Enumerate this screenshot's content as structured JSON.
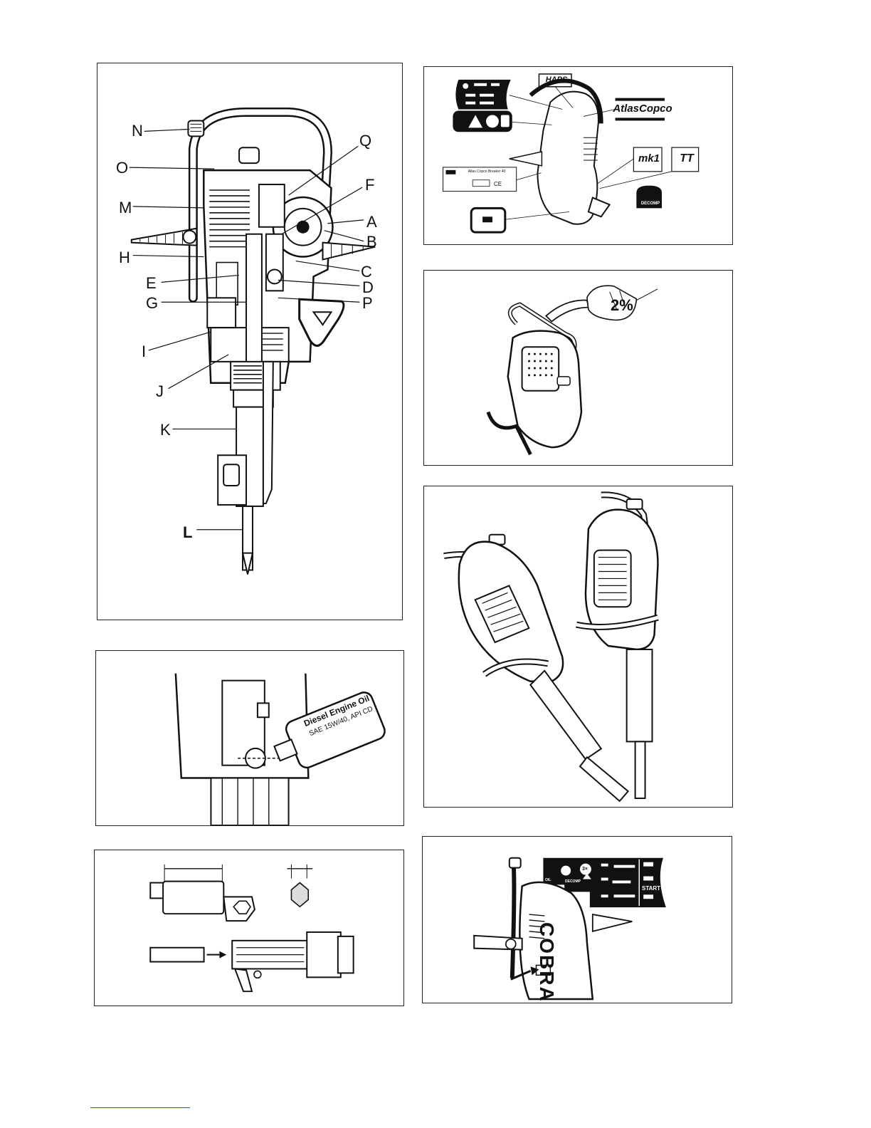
{
  "figure1": {
    "labels": [
      {
        "id": "N",
        "text": "N"
      },
      {
        "id": "Q",
        "text": "Q"
      },
      {
        "id": "O",
        "text": "O"
      },
      {
        "id": "F",
        "text": "F"
      },
      {
        "id": "M",
        "text": "M"
      },
      {
        "id": "A",
        "text": "A"
      },
      {
        "id": "B",
        "text": "B"
      },
      {
        "id": "H",
        "text": "H"
      },
      {
        "id": "C",
        "text": "C"
      },
      {
        "id": "E",
        "text": "E"
      },
      {
        "id": "D",
        "text": "D"
      },
      {
        "id": "G",
        "text": "G"
      },
      {
        "id": "P",
        "text": "P"
      },
      {
        "id": "I",
        "text": "I"
      },
      {
        "id": "J",
        "text": "J"
      },
      {
        "id": "K",
        "text": "K"
      },
      {
        "id": "L",
        "text": "L"
      }
    ]
  },
  "figure2": {
    "haps": "HAPS",
    "brand": "AtlasCopco",
    "mk1": "mk1",
    "tt": "TT",
    "decomp": "DECOMP",
    "plate_title": "Atlas Copco Breaker 40",
    "ce": "CE"
  },
  "figure3": {
    "mix": "2%"
  },
  "figure5": {
    "bottle_line1": "Diesel Engine Oil",
    "bottle_line2": "SAE 15W/40, API CD"
  },
  "figure7": {
    "brand_side": "COBRA",
    "start": "START",
    "decomp": "DECOMP",
    "count": "3×",
    "oil": "OIL"
  }
}
